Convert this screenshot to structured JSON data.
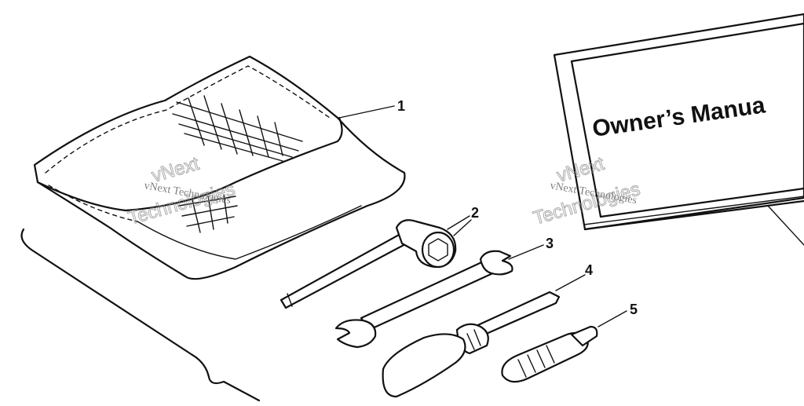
{
  "callouts": [
    "1",
    "2",
    "3",
    "4",
    "5"
  ],
  "manual": {
    "title": "Owner’s Manua"
  },
  "watermark": {
    "line1": "vNext Technologies",
    "line2": "vNext",
    "line3": "Technologies"
  }
}
